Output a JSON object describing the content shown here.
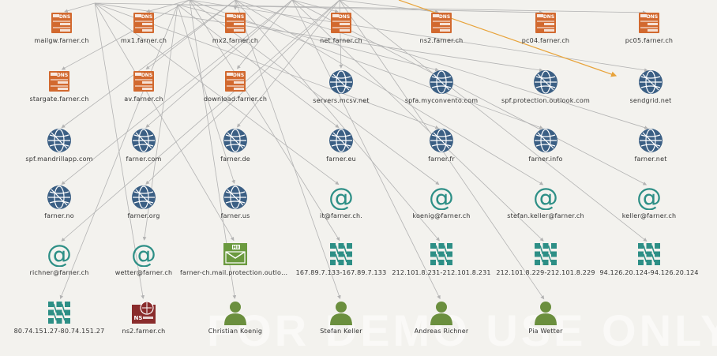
{
  "watermark": "FOR DEMO USE ONLY",
  "colors": {
    "dns": "#d2692f",
    "domain": "#3b5f84",
    "email": "#2d8f86",
    "netblock": "#2d8f86",
    "mx": "#6b9a3f",
    "ns": "#8a2c2c",
    "person": "#6b8f3e",
    "edge": "#b3b3b3",
    "highlight": "#e8a33a"
  },
  "nodes": [
    {
      "id": "n1",
      "type": "dns",
      "label": "mailgw.farner.ch"
    },
    {
      "id": "n2",
      "type": "dns",
      "label": "mx1.farner.ch"
    },
    {
      "id": "n3",
      "type": "dns",
      "label": "mx2.farner.ch"
    },
    {
      "id": "n4",
      "type": "dns",
      "label": "net.farner.ch"
    },
    {
      "id": "n5",
      "type": "dns",
      "label": "ns2.farner.ch"
    },
    {
      "id": "n6",
      "type": "dns",
      "label": "pc04.farner.ch"
    },
    {
      "id": "n7",
      "type": "dns",
      "label": "pc05.farner.ch"
    },
    {
      "id": "n8",
      "type": "dns",
      "label": "stargate.farner.ch"
    },
    {
      "id": "n9",
      "type": "dns",
      "label": "av.farner.ch"
    },
    {
      "id": "n10",
      "type": "dns",
      "label": "download.farner.ch"
    },
    {
      "id": "n11",
      "type": "domain",
      "label": "servers.mcsv.net"
    },
    {
      "id": "n12",
      "type": "domain",
      "label": "spfa.myconvento.com"
    },
    {
      "id": "n13",
      "type": "domain",
      "label": "spf.protection.outlook.com"
    },
    {
      "id": "n14",
      "type": "domain",
      "label": "sendgrid.net"
    },
    {
      "id": "n15",
      "type": "domain",
      "label": "spf.mandrillapp.com"
    },
    {
      "id": "n16",
      "type": "domain",
      "label": "farner.com"
    },
    {
      "id": "n17",
      "type": "domain",
      "label": "farner.de"
    },
    {
      "id": "n18",
      "type": "domain",
      "label": "farner.eu"
    },
    {
      "id": "n19",
      "type": "domain",
      "label": "farner.fr"
    },
    {
      "id": "n20",
      "type": "domain",
      "label": "farner.info"
    },
    {
      "id": "n21",
      "type": "domain",
      "label": "farner.net"
    },
    {
      "id": "n22",
      "type": "domain",
      "label": "farner.no"
    },
    {
      "id": "n23",
      "type": "domain",
      "label": "farner.org"
    },
    {
      "id": "n24",
      "type": "domain",
      "label": "farner.us"
    },
    {
      "id": "n25",
      "type": "email",
      "label": "it@farner.ch."
    },
    {
      "id": "n26",
      "type": "email",
      "label": "koenig@farner.ch"
    },
    {
      "id": "n27",
      "type": "email",
      "label": "stefan.keller@farner.ch"
    },
    {
      "id": "n28",
      "type": "email",
      "label": "keller@farner.ch"
    },
    {
      "id": "n29",
      "type": "email",
      "label": "richner@farner.ch"
    },
    {
      "id": "n30",
      "type": "email",
      "label": "wetter@farner.ch"
    },
    {
      "id": "n31",
      "type": "mx",
      "label": "farner-ch.mail.protection.outloo..."
    },
    {
      "id": "n32",
      "type": "netblock",
      "label": "167.89.7.133-167.89.7.133"
    },
    {
      "id": "n33",
      "type": "netblock",
      "label": "212.101.8.231-212.101.8.231"
    },
    {
      "id": "n34",
      "type": "netblock",
      "label": "212.101.8.229-212.101.8.229"
    },
    {
      "id": "n35",
      "type": "netblock",
      "label": "94.126.20.124-94.126.20.124"
    },
    {
      "id": "n36",
      "type": "netblock",
      "label": "80.74.151.27-80.74.151.27"
    },
    {
      "id": "n37",
      "type": "ns",
      "label": "ns2.farner.ch"
    },
    {
      "id": "n38",
      "type": "person",
      "label": "Christian Koenig"
    },
    {
      "id": "n39",
      "type": "person",
      "label": "Stefan Keller"
    },
    {
      "id": "n40",
      "type": "person",
      "label": "Andreas Richner"
    },
    {
      "id": "n41",
      "type": "person",
      "label": "Pia Wetter"
    }
  ],
  "highlighted_link": {
    "from": "offscreen-top",
    "to": "n14"
  }
}
